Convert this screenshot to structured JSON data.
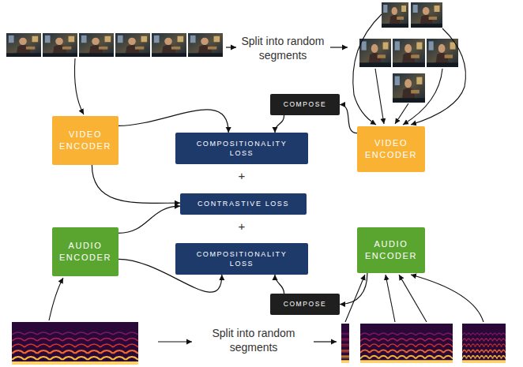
{
  "diagram": {
    "nodes": [
      {
        "text": [
          "VIDEO ENCODER"
        ]
      },
      {
        "text": [
          "COMPOSE"
        ]
      },
      {
        "text": [
          "COMPOSITIONALITY LOSS"
        ]
      },
      {
        "text": [
          "VIDEO ENCODER"
        ]
      },
      {
        "text": [
          "CONTRASTIVE LOSS"
        ]
      },
      {
        "text": [
          "AUDIO ENCODER"
        ]
      },
      {
        "text": [
          "COMPOSITIONALITY LOSS"
        ]
      },
      {
        "text": [
          "AUDIO ENCODER"
        ]
      },
      {
        "text": [
          "COMPOSE"
        ]
      }
    ],
    "edges": [
      {
        "from": 0,
        "to": 2,
        "arrow": "to"
      },
      {
        "from": 1,
        "to": 2,
        "arrow": "to"
      },
      {
        "from": 3,
        "to": 1,
        "arrow": "to"
      },
      {
        "from": 0,
        "to": 4,
        "arrow": "to"
      },
      {
        "from": 5,
        "to": 4,
        "arrow": "to"
      },
      {
        "from": 5,
        "to": 6,
        "arrow": "to"
      },
      {
        "from": 8,
        "to": 6,
        "arrow": "to"
      },
      {
        "from": 7,
        "to": 8,
        "arrow": "to"
      }
    ],
    "labels": [
      "Split into random segments",
      "Split into random segments",
      "+",
      "+"
    ]
  }
}
